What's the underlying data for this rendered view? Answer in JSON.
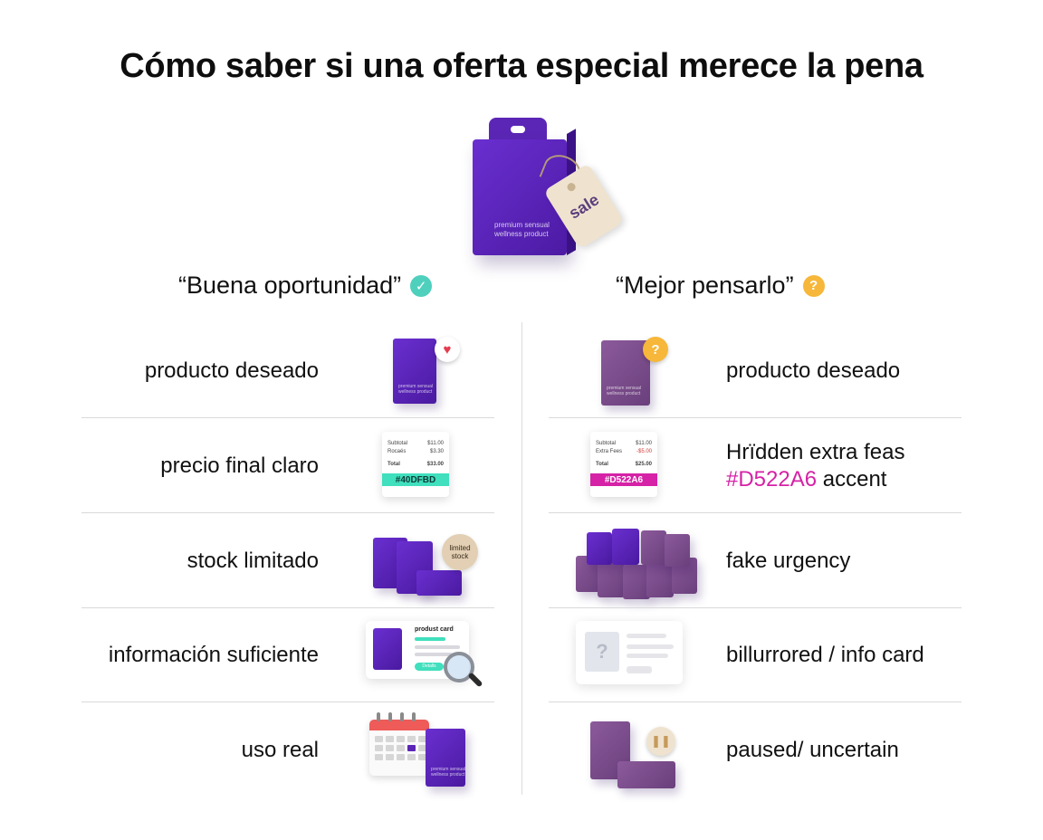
{
  "title": "Cómo saber si una oferta especial merece la pena",
  "hero": {
    "tag_label": "sale",
    "box_text": "premium sensual wellness product"
  },
  "left_column": {
    "heading": "“Buena oportunidad”",
    "badge_icon": "check-icon",
    "badge_color": "#4fd0bd",
    "rows": [
      {
        "label": "producto deseado",
        "icon": "heart-icon",
        "box_text": "premium sensual wellness product"
      },
      {
        "label": "precio final claro",
        "icon": "receipt-icon",
        "receipt": {
          "line1_label": "Subtotal",
          "line1_value": "$11.00",
          "line2_label": "Rocaés",
          "line2_value": "$3.30",
          "total_label": "Total",
          "total_value": "$33.00",
          "code": "#40DFBD"
        }
      },
      {
        "label": "stock limitado",
        "icon": "limited-stock-seal-icon",
        "seal_text": "limited stock"
      },
      {
        "label": "información suficiente",
        "icon": "magnifier-icon",
        "card": {
          "title": "produst card",
          "button": "Detalls"
        }
      },
      {
        "label": "uso real",
        "icon": "calendar-icon",
        "box_text": "premium sensual wellness product"
      }
    ]
  },
  "right_column": {
    "heading": "“Mejor pensarlo”",
    "badge_icon": "question-icon",
    "badge_color": "#f6b73a",
    "rows": [
      {
        "label": "producto deseado",
        "icon": "question-bubble-icon",
        "box_text": "premium sensual wellness product"
      },
      {
        "label": "Hrïdden extra feas",
        "label2": "#D522A6",
        "label2_rest": " accent",
        "icon": "receipt-icon",
        "receipt": {
          "line1_label": "Subtotal",
          "line1_value": "$11.00",
          "line2_label": "Extra Fees",
          "line2_value": "-$5.00",
          "total_label": "Total",
          "total_value": "$25.00",
          "code": "#D522A6"
        }
      },
      {
        "label": "fake urgency",
        "icon": "box-pile-icon"
      },
      {
        "label": "billurrored / info card",
        "icon": "blurred-card-icon"
      },
      {
        "label": "paused/ uncertain",
        "icon": "pause-icon"
      }
    ]
  },
  "colors": {
    "purple": "#5b26b5",
    "muted_purple": "#7a4a8c",
    "teal": "#40dfbd",
    "pink": "#d522a6"
  }
}
